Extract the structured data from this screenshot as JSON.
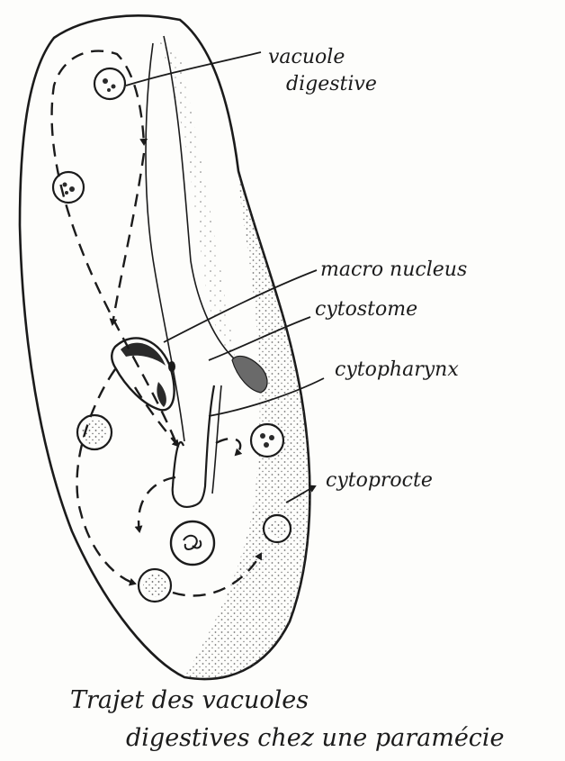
{
  "labels": {
    "vacuole_line1": "vacuole",
    "vacuole_line2": "digestive",
    "macronucleus": "macro nucleus",
    "cytostome": "cytostome",
    "cytopharynx": "cytopharynx",
    "cytoprocte": "cytoprocte"
  },
  "caption": {
    "line1": "Trajet des vacuoles",
    "line2": "digestives chez une paramécie"
  },
  "colors": {
    "ink": "#1b1b1b",
    "paper": "#fdfdfb",
    "stipple": "#6a6a6a"
  }
}
